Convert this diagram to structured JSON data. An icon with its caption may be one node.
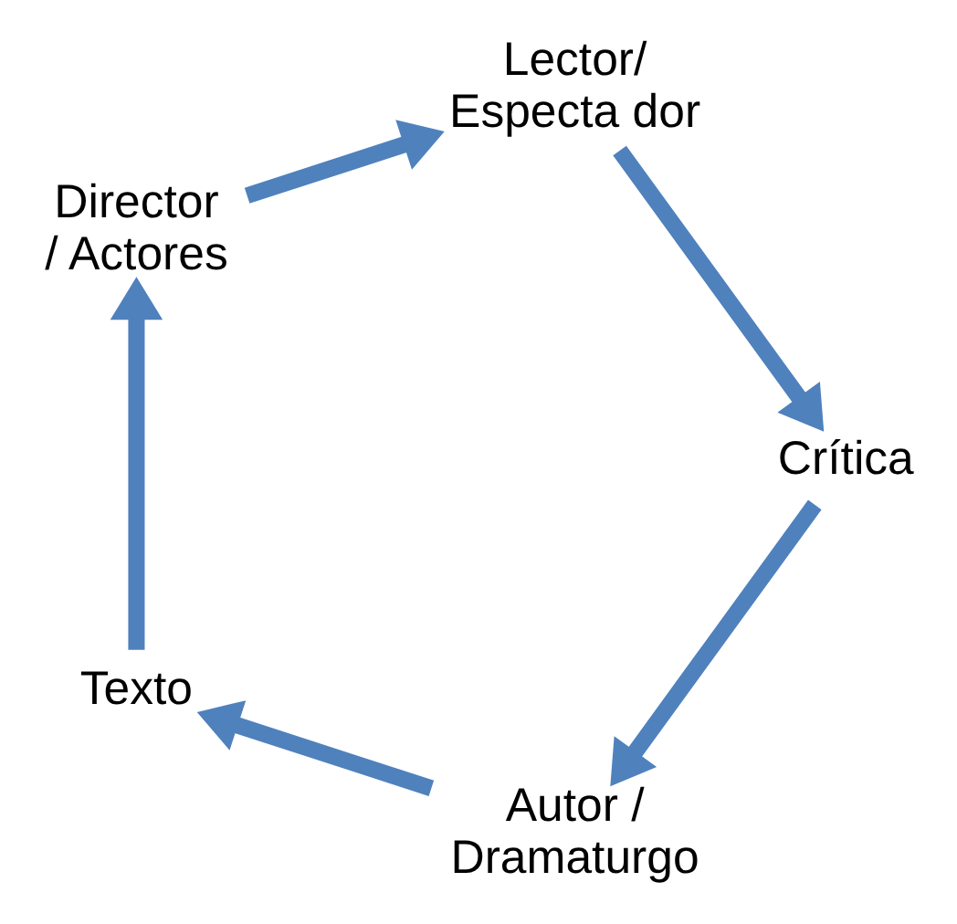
{
  "diagram": {
    "nodes": [
      {
        "text": [
          "Autor / Dramaturgo"
        ]
      },
      {
        "text": [
          "Texto"
        ]
      },
      {
        "text": [
          "Director / Actores"
        ]
      },
      {
        "text": [
          "Lector/ Especta dor"
        ]
      },
      {
        "text": [
          "Crítica"
        ]
      }
    ],
    "edges": [
      {
        "from": 0,
        "to": 1,
        "arrow": "to"
      },
      {
        "from": 1,
        "to": 2,
        "arrow": "to"
      },
      {
        "from": 2,
        "to": 3,
        "arrow": "to"
      },
      {
        "from": 3,
        "to": 4,
        "arrow": "to"
      },
      {
        "from": 4,
        "to": 0,
        "arrow": "to"
      }
    ]
  }
}
